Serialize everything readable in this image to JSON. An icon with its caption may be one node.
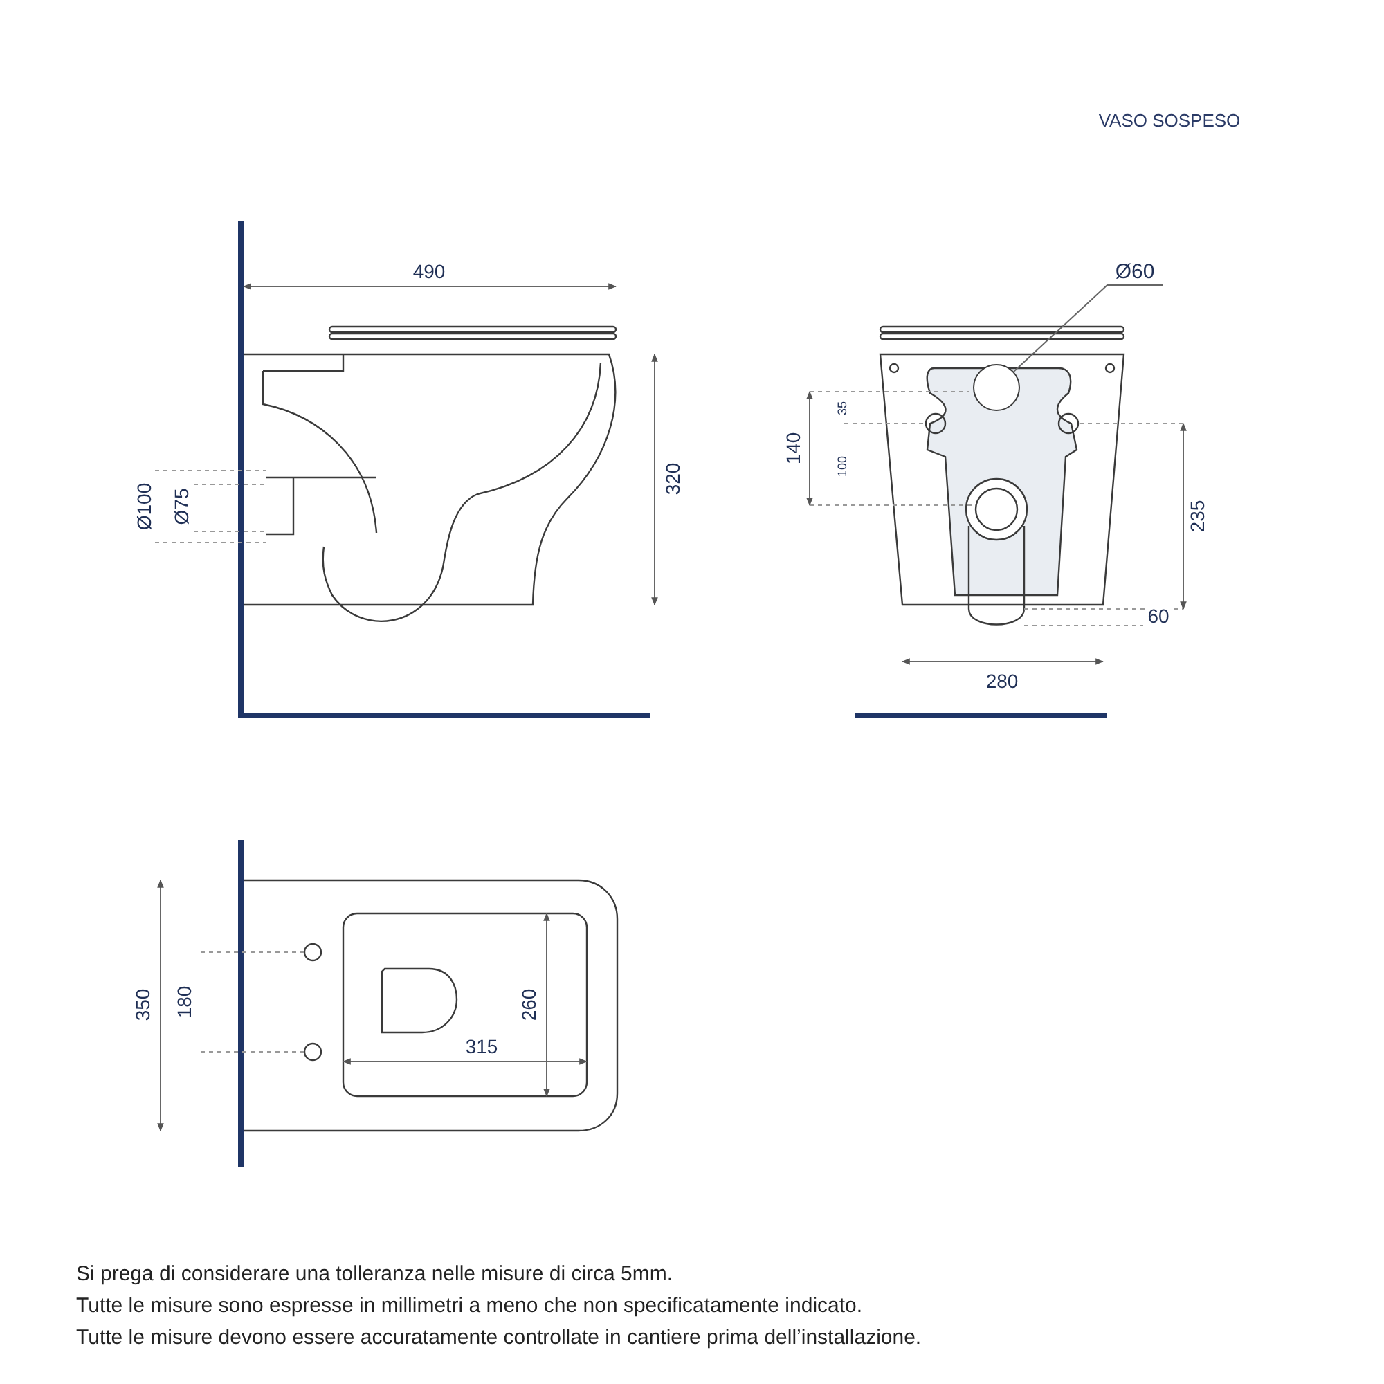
{
  "diagram": {
    "nodes": [
      {
        "text": [
          "Ø60"
        ]
      },
      {
        "text": [],
        "shape": "circle"
      }
    ],
    "edges": [
      {
        "from": 0,
        "to": 1,
        "arrow": "none"
      }
    ],
    "labels": [
      "VASO SOSPESO",
      "490",
      "Ø100",
      "Ø75",
      "320",
      "140",
      "35",
      "100",
      "235",
      "60",
      "280",
      "350",
      "180",
      "260",
      "315",
      "Si prega di considerare una tolleranza nelle misure di circa 5mm.",
      "Tutte le misure sono espresse in millimetri a meno che non specificatamente indicato.",
      "Tutte le misure devono essere accuratamente controllate in cantiere prima dell’installazione."
    ]
  }
}
